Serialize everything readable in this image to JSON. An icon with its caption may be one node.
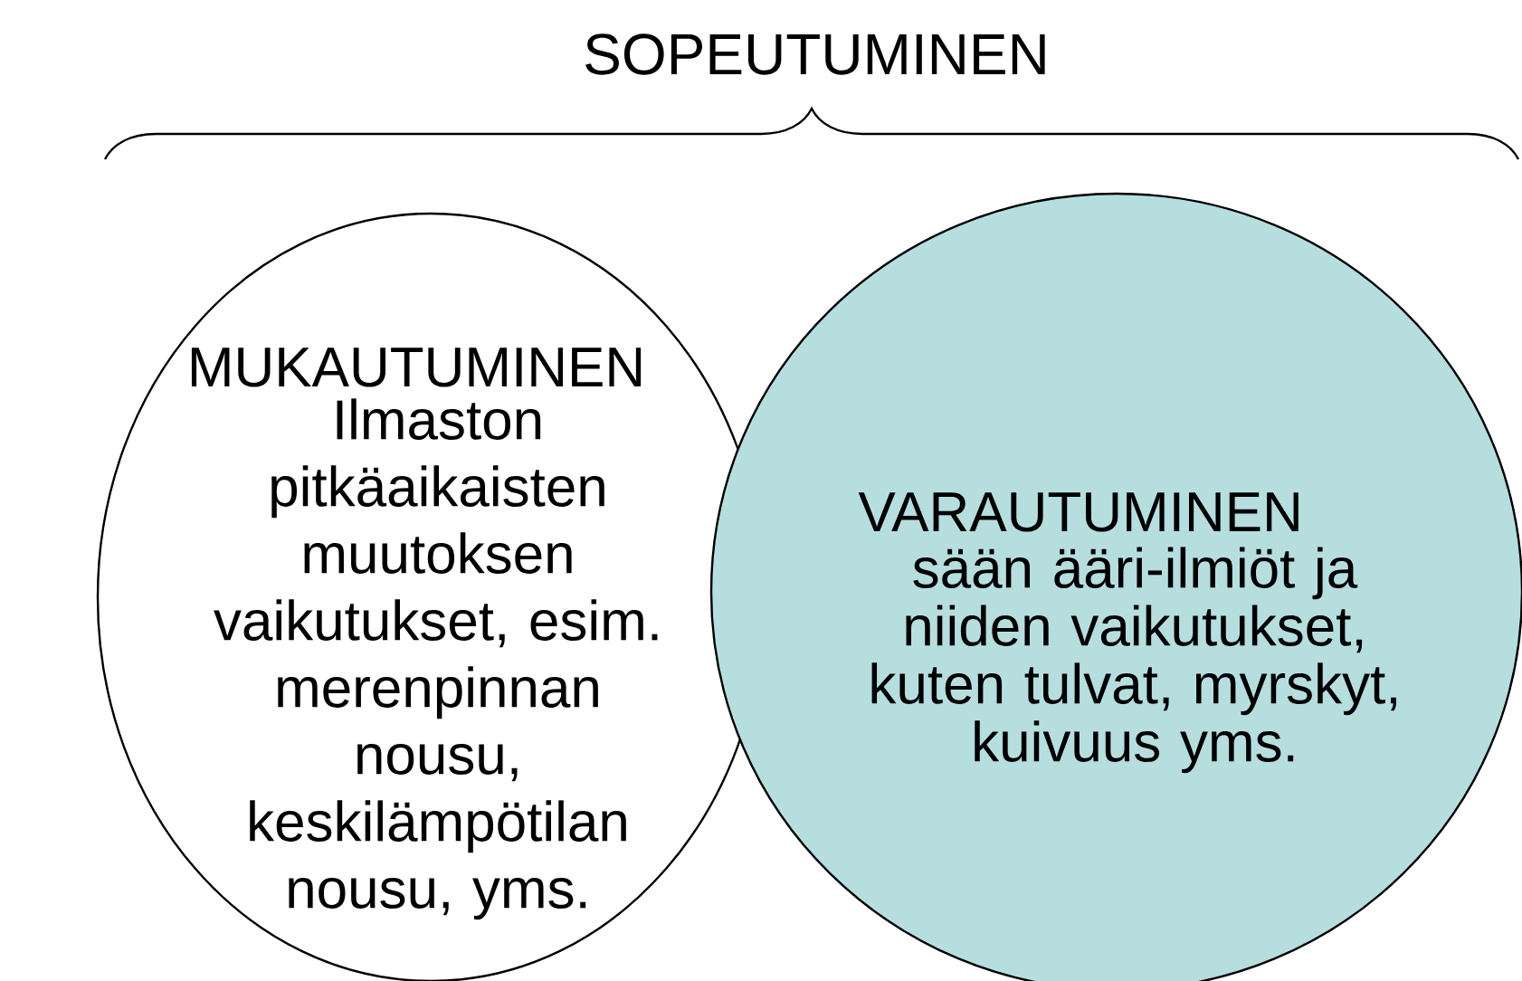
{
  "diagram": {
    "title": "SOPEUTUMINEN",
    "nodes": [
      {
        "text": [
          "MUKAUTUMINEN",
          "Ilmaston pitkäaikaisten muutoksen vaikutukset, esim. merenpinnan nousu, keskilämpötilan nousu, yms."
        ]
      },
      {
        "text": [
          "VARAUTUMINEN",
          "sään ääri-ilmiöt ja niiden vaikutukset, kuten tulvat, myrskyt, kuivuus yms."
        ]
      }
    ]
  }
}
